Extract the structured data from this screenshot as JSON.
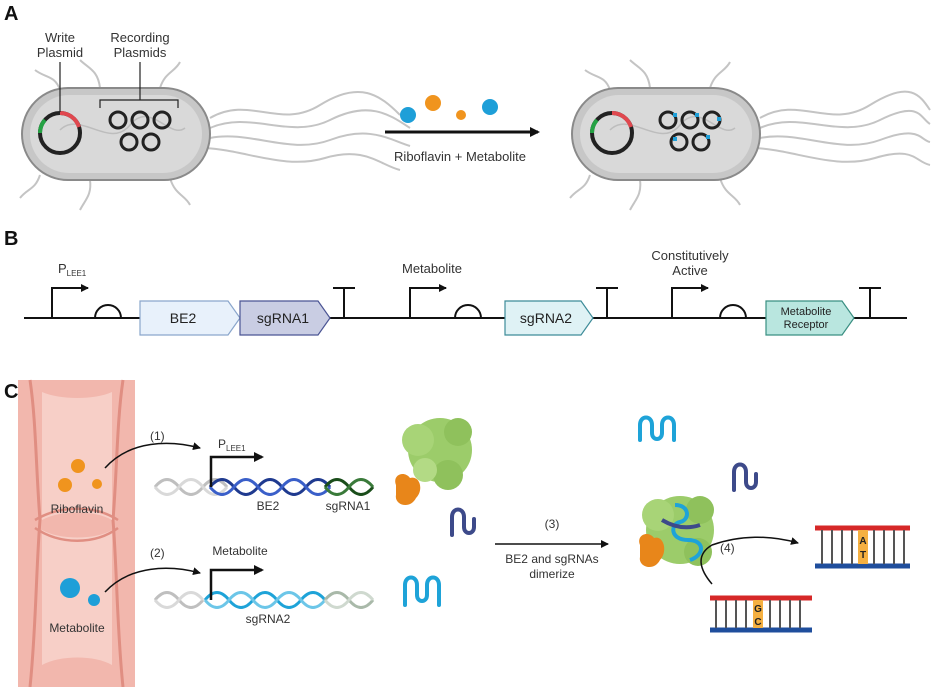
{
  "panel_a": {
    "letter": "A",
    "write_plasmid_line1": "Write",
    "write_plasmid_line2": "Plasmid",
    "recording_plasmids_line1": "Recording",
    "recording_plasmids_line2": "Plasmids",
    "arrow_label": "Riboflavin + Metabolite"
  },
  "panel_b": {
    "letter": "B",
    "promoter1_main": "P",
    "promoter1_sub": "LEE1",
    "promoter2_label": "Metabolite",
    "promoter3_line1": "Constitutively",
    "promoter3_line2": "Active",
    "gene_be2": "BE2",
    "gene_sgrna1": "sgRNA1",
    "gene_sgrna2": "sgRNA2",
    "gene_receptor_line1": "Metabolite",
    "gene_receptor_line2": "Receptor"
  },
  "panel_c": {
    "letter": "C",
    "riboflavin_label": "Riboflavin",
    "metabolite_label": "Metabolite",
    "step1": "(1)",
    "step2": "(2)",
    "step3": "(3)",
    "step4": "(4)",
    "promoter_main": "P",
    "promoter_sub": "LEE1",
    "be2_label": "BE2",
    "sgrna1_label": "sgRNA1",
    "metabolite_promoter_label": "Metabolite",
    "sgrna2_label": "sgRNA2",
    "dimerize_line1": "BE2 and sgRNAs",
    "dimerize_line2": "dimerize",
    "pair_before_top": "G",
    "pair_before_bottom": "C",
    "pair_after_top": "A",
    "pair_after_bottom": "T"
  },
  "colors": {
    "be2_box": "#e8f1fb",
    "sgrna1_box": "#c9cde3",
    "sgrna2_box": "#dff2f5",
    "receptor_box": "#b9e6df",
    "riboflavin": "#f0941e",
    "metabolite": "#1e9fd8",
    "intestine": "#f2b7ad",
    "protein": "#9ccc6a",
    "dna_top": "#d62828",
    "dna_bottom": "#1f4e9c"
  }
}
